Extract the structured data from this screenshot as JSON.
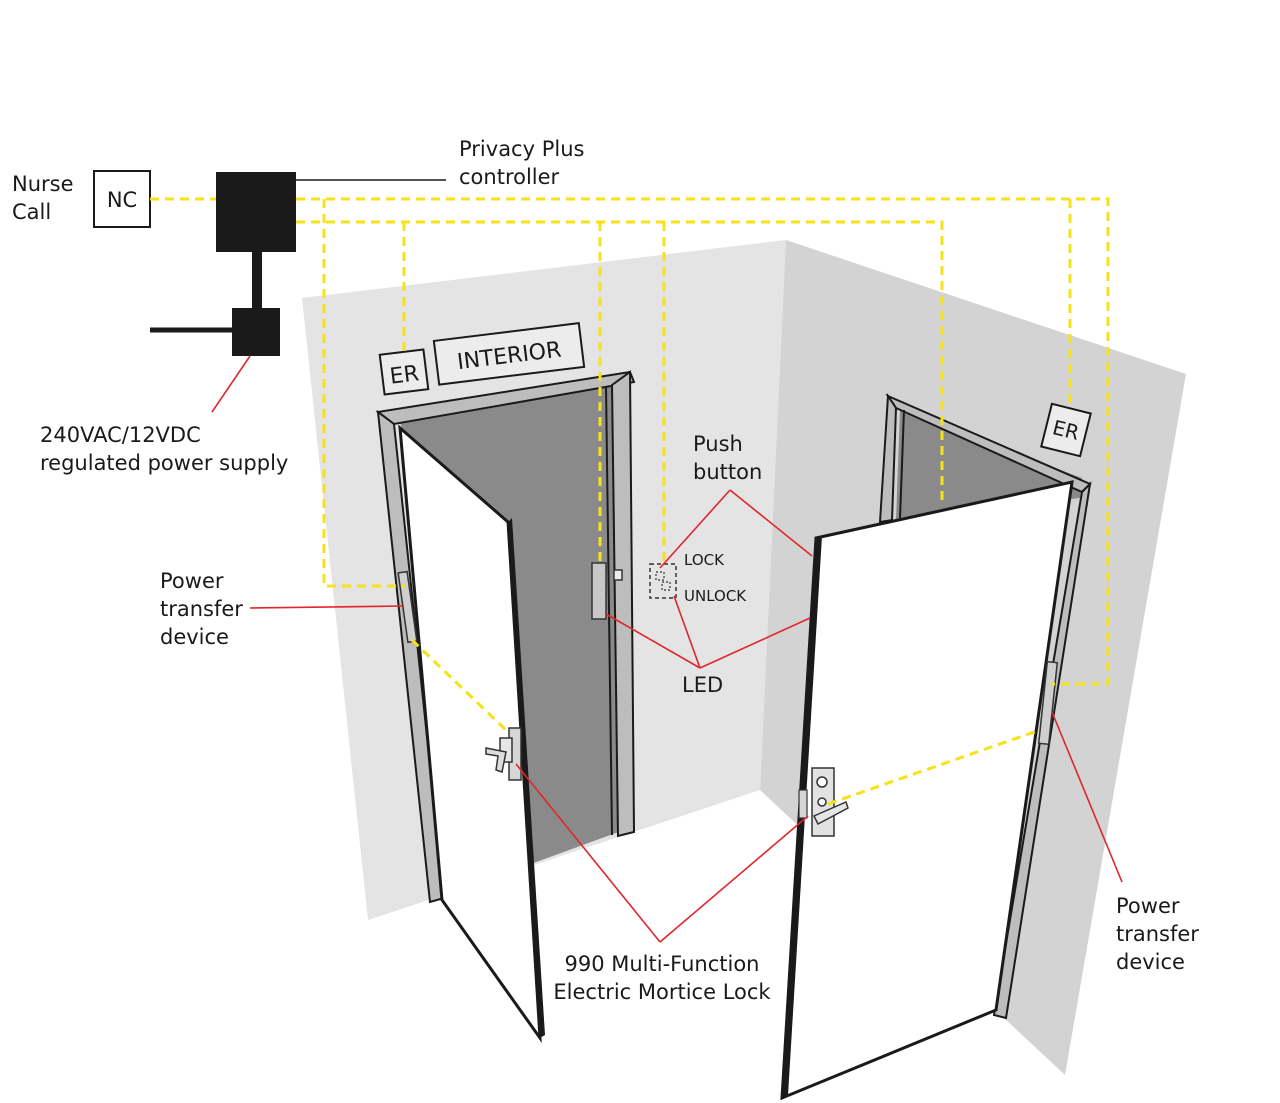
{
  "labels": {
    "nurse_call": [
      "Nurse",
      "Call"
    ],
    "nc_box": "NC",
    "controller": [
      "Privacy Plus",
      "controller"
    ],
    "power_supply": [
      "240VAC/12VDC",
      "regulated power supply"
    ],
    "ptd_left": [
      "Power",
      "transfer",
      "device"
    ],
    "ptd_right": [
      "Power",
      "transfer",
      "device"
    ],
    "push_button": [
      "Push",
      "button"
    ],
    "lock": "LOCK",
    "unlock": "UNLOCK",
    "led": "LED",
    "mortice_lock": [
      "990 Multi-Function",
      "Electric Mortice Lock"
    ],
    "er_sign_left": "ER",
    "interior_sign": "INTERIOR",
    "er_sign_right": "ER"
  },
  "colors": {
    "wiring": "#f5e21a",
    "callout": "#e0262c",
    "wall_left": "#e4e4e4",
    "wall_right": "#d3d3d3",
    "controller": "#1a1a1a",
    "doorway": "#8a8a8a"
  }
}
